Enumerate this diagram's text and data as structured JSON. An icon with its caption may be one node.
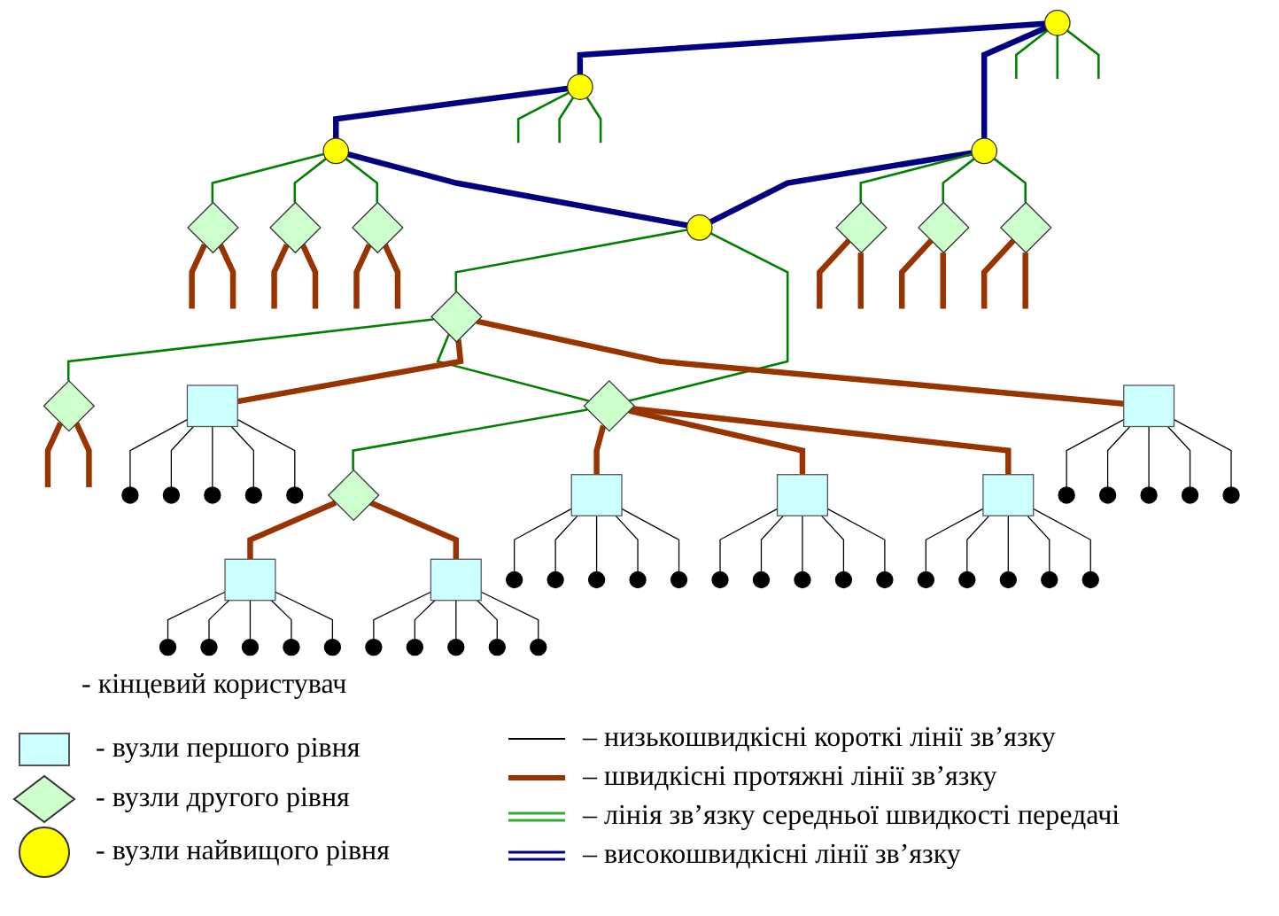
{
  "diagram": {
    "nodes": [
      {
        "text": [],
        "shape": "circle"
      },
      {
        "text": [],
        "shape": "circle"
      },
      {
        "text": [],
        "shape": "circle"
      },
      {
        "text": [],
        "shape": "circle"
      },
      {
        "text": [],
        "shape": "circle"
      },
      {
        "text": [],
        "shape": "diamond"
      },
      {
        "text": [],
        "shape": "diamond"
      },
      {
        "text": [],
        "shape": "diamond"
      },
      {
        "text": [],
        "shape": "diamond"
      },
      {
        "text": [],
        "shape": "diamond"
      },
      {
        "text": [],
        "shape": "diamond"
      },
      {
        "text": [],
        "shape": "diamond"
      },
      {
        "text": [],
        "shape": "diamond"
      },
      {
        "text": [],
        "shape": "diamond"
      },
      {
        "text": [],
        "shape": "diamond"
      },
      {
        "text": [],
        "shape": "box"
      },
      {
        "text": [],
        "shape": "box"
      },
      {
        "text": [],
        "shape": "box"
      },
      {
        "text": [],
        "shape": "box"
      },
      {
        "text": [],
        "shape": "box"
      },
      {
        "text": [],
        "shape": "box"
      },
      {
        "text": [],
        "shape": "box"
      },
      {
        "text": [],
        "shape": "dot"
      },
      {
        "text": [],
        "shape": "dot"
      },
      {
        "text": [],
        "shape": "dot"
      },
      {
        "text": [],
        "shape": "dot"
      },
      {
        "text": [],
        "shape": "dot"
      },
      {
        "text": [],
        "shape": "dot"
      },
      {
        "text": [],
        "shape": "dot"
      },
      {
        "text": [],
        "shape": "dot"
      },
      {
        "text": [],
        "shape": "dot"
      },
      {
        "text": [],
        "shape": "dot"
      },
      {
        "text": [],
        "shape": "dot"
      },
      {
        "text": [],
        "shape": "dot"
      },
      {
        "text": [],
        "shape": "dot"
      },
      {
        "text": [],
        "shape": "dot"
      },
      {
        "text": [],
        "shape": "dot"
      },
      {
        "text": [],
        "shape": "dot"
      },
      {
        "text": [],
        "shape": "dot"
      },
      {
        "text": [],
        "shape": "dot"
      },
      {
        "text": [],
        "shape": "dot"
      },
      {
        "text": [],
        "shape": "dot"
      },
      {
        "text": [],
        "shape": "dot"
      },
      {
        "text": [],
        "shape": "dot"
      },
      {
        "text": [],
        "shape": "dot"
      },
      {
        "text": [],
        "shape": "dot"
      },
      {
        "text": [],
        "shape": "dot"
      },
      {
        "text": [],
        "shape": "dot"
      },
      {
        "text": [],
        "shape": "dot"
      },
      {
        "text": [],
        "shape": "dot"
      },
      {
        "text": [],
        "shape": "dot"
      },
      {
        "text": [],
        "shape": "dot"
      },
      {
        "text": [],
        "shape": "dot"
      },
      {
        "text": [],
        "shape": "dot"
      },
      {
        "text": [],
        "shape": "dot"
      },
      {
        "text": [],
        "shape": "dot"
      },
      {
        "text": [],
        "shape": "dot"
      }
    ],
    "edges": [
      {
        "from": 1,
        "to": 0,
        "arrow": "none",
        "style": "thick",
        "color": "#000080"
      },
      {
        "from": 0,
        "to": 2,
        "arrow": "none",
        "style": "thick",
        "color": "#000080"
      },
      {
        "from": 2,
        "to": 5,
        "arrow": "none",
        "color": "#008000"
      },
      {
        "from": 2,
        "to": 6,
        "arrow": "none",
        "color": "#008000"
      },
      {
        "from": 2,
        "to": 7,
        "arrow": "none",
        "color": "#008000"
      },
      {
        "from": 1,
        "to": 4,
        "arrow": "none",
        "style": "thick",
        "color": "#000080"
      },
      {
        "from": 2,
        "to": 3,
        "arrow": "none",
        "style": "thick",
        "color": "#000080"
      },
      {
        "from": 4,
        "to": 3,
        "arrow": "none",
        "style": "thick",
        "color": "#000080"
      },
      {
        "from": 4,
        "to": 8,
        "arrow": "none",
        "color": "#008000"
      },
      {
        "from": 4,
        "to": 9,
        "arrow": "none",
        "color": "#008000"
      },
      {
        "from": 4,
        "to": 10,
        "arrow": "none",
        "color": "#008000"
      },
      {
        "from": 3,
        "to": 12,
        "arrow": "none",
        "color": "#008000"
      },
      {
        "from": 3,
        "to": 13,
        "arrow": "none",
        "color": "#008000"
      },
      {
        "from": 12,
        "to": 11,
        "arrow": "none",
        "color": "#008000"
      },
      {
        "from": 12,
        "to": 13,
        "arrow": "none",
        "color": "#008000"
      },
      {
        "from": 13,
        "to": 14,
        "arrow": "none",
        "color": "#008000"
      },
      {
        "from": 0,
        "to": null,
        "arrow": "none",
        "color": "#008000"
      },
      {
        "from": 0,
        "to": null,
        "arrow": "none",
        "color": "#008000"
      },
      {
        "from": 0,
        "to": null,
        "arrow": "none",
        "color": "#008000"
      },
      {
        "from": 1,
        "to": null,
        "arrow": "none",
        "color": "#008000"
      },
      {
        "from": 1,
        "to": null,
        "arrow": "none",
        "color": "#008000"
      },
      {
        "from": 1,
        "to": null,
        "arrow": "none",
        "color": "#008000"
      },
      {
        "from": 12,
        "to": 15,
        "arrow": "none",
        "style": "thick",
        "color": "#993300"
      },
      {
        "from": 12,
        "to": 16,
        "arrow": "none",
        "style": "thick",
        "color": "#993300"
      },
      {
        "from": 13,
        "to": 17,
        "arrow": "none",
        "style": "thick",
        "color": "#993300"
      },
      {
        "from": 13,
        "to": 18,
        "arrow": "none",
        "style": "thick",
        "color": "#993300"
      },
      {
        "from": 13,
        "to": 19,
        "arrow": "none",
        "style": "thick",
        "color": "#993300"
      },
      {
        "from": 14,
        "to": 20,
        "arrow": "none",
        "style": "thick",
        "color": "#993300"
      },
      {
        "from": 14,
        "to": 21,
        "arrow": "none",
        "style": "thick",
        "color": "#993300"
      },
      {
        "from": 5,
        "to": null,
        "arrow": "none",
        "style": "thick",
        "color": "#993300"
      },
      {
        "from": 5,
        "to": null,
        "arrow": "none",
        "style": "thick",
        "color": "#993300"
      },
      {
        "from": 6,
        "to": null,
        "arrow": "none",
        "style": "thick",
        "color": "#993300"
      },
      {
        "from": 6,
        "to": null,
        "arrow": "none",
        "style": "thick",
        "color": "#993300"
      },
      {
        "from": 7,
        "to": null,
        "arrow": "none",
        "style": "thick",
        "color": "#993300"
      },
      {
        "from": 7,
        "to": null,
        "arrow": "none",
        "style": "thick",
        "color": "#993300"
      },
      {
        "from": 8,
        "to": null,
        "arrow": "none",
        "style": "thick",
        "color": "#993300"
      },
      {
        "from": 8,
        "to": null,
        "arrow": "none",
        "style": "thick",
        "color": "#993300"
      },
      {
        "from": 9,
        "to": null,
        "arrow": "none",
        "style": "thick",
        "color": "#993300"
      },
      {
        "from": 9,
        "to": null,
        "arrow": "none",
        "style": "thick",
        "color": "#993300"
      },
      {
        "from": 10,
        "to": null,
        "arrow": "none",
        "style": "thick",
        "color": "#993300"
      },
      {
        "from": 10,
        "to": null,
        "arrow": "none",
        "style": "thick",
        "color": "#993300"
      },
      {
        "from": 11,
        "to": null,
        "arrow": "none",
        "style": "thick",
        "color": "#993300"
      },
      {
        "from": 11,
        "to": null,
        "arrow": "none",
        "style": "thick",
        "color": "#993300"
      },
      {
        "from": 15,
        "to": 22,
        "arrow": "none"
      },
      {
        "from": 15,
        "to": 23,
        "arrow": "none"
      },
      {
        "from": 15,
        "to": 24,
        "arrow": "none"
      },
      {
        "from": 15,
        "to": 25,
        "arrow": "none"
      },
      {
        "from": 15,
        "to": 26,
        "arrow": "none"
      },
      {
        "from": 16,
        "to": 27,
        "arrow": "none"
      },
      {
        "from": 16,
        "to": 28,
        "arrow": "none"
      },
      {
        "from": 16,
        "to": 29,
        "arrow": "none"
      },
      {
        "from": 16,
        "to": 30,
        "arrow": "none"
      },
      {
        "from": 16,
        "to": 31,
        "arrow": "none"
      },
      {
        "from": 17,
        "to": 32,
        "arrow": "none"
      },
      {
        "from": 17,
        "to": 33,
        "arrow": "none"
      },
      {
        "from": 17,
        "to": 34,
        "arrow": "none"
      },
      {
        "from": 17,
        "to": 35,
        "arrow": "none"
      },
      {
        "from": 17,
        "to": 36,
        "arrow": "none"
      },
      {
        "from": 18,
        "to": 37,
        "arrow": "none"
      },
      {
        "from": 18,
        "to": 38,
        "arrow": "none"
      },
      {
        "from": 18,
        "to": 39,
        "arrow": "none"
      },
      {
        "from": 18,
        "to": 40,
        "arrow": "none"
      },
      {
        "from": 18,
        "to": 41,
        "arrow": "none"
      },
      {
        "from": 19,
        "to": 42,
        "arrow": "none"
      },
      {
        "from": 19,
        "to": 43,
        "arrow": "none"
      },
      {
        "from": 19,
        "to": 44,
        "arrow": "none"
      },
      {
        "from": 19,
        "to": 45,
        "arrow": "none"
      },
      {
        "from": 19,
        "to": 46,
        "arrow": "none"
      },
      {
        "from": 20,
        "to": 47,
        "arrow": "none"
      },
      {
        "from": 20,
        "to": 48,
        "arrow": "none"
      },
      {
        "from": 20,
        "to": 49,
        "arrow": "none"
      },
      {
        "from": 20,
        "to": 50,
        "arrow": "none"
      },
      {
        "from": 20,
        "to": 51,
        "arrow": "none"
      },
      {
        "from": 21,
        "to": 52,
        "arrow": "none"
      },
      {
        "from": 21,
        "to": 53,
        "arrow": "none"
      },
      {
        "from": 21,
        "to": 54,
        "arrow": "none"
      },
      {
        "from": 21,
        "to": 55,
        "arrow": "none"
      },
      {
        "from": 21,
        "to": 56,
        "arrow": "none"
      }
    ],
    "legend": [
      {
        "text": "- кінцевий користувач"
      },
      {
        "text": "- вузли першого рівня"
      },
      {
        "text": "- вузли другого рівня"
      },
      {
        "text": "- вузли найвищого рівня"
      },
      {
        "text": "– низькошвидкісні короткі лінії зв’язку"
      },
      {
        "text": "– швидкісні протяжні лінії зв’язку"
      },
      {
        "text": "– лінія зв’язку середньої швидкості передачі"
      },
      {
        "text": "– високошвидкісні лінії зв’язку"
      }
    ]
  }
}
